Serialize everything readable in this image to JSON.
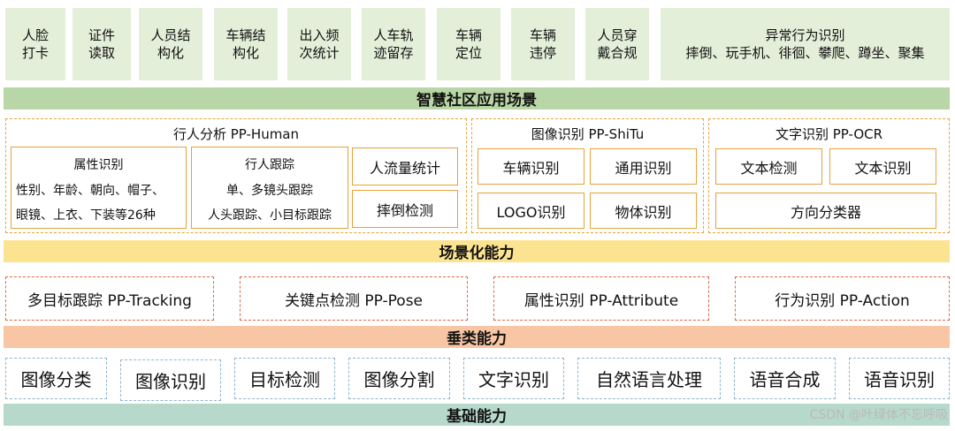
{
  "scenarios": [
    "人脸\n打卡",
    "证件\n读取",
    "人员结\n构化",
    "车辆结\n构化",
    "出入频\n次统计",
    "人车轨\n迹留存",
    "车辆\n定位",
    "车辆\n违停",
    "人员穿\n戴合规"
  ],
  "abnormal": {
    "title": "异常行为识别",
    "items": "摔倒、玩手机、徘徊、攀爬、蹲坐、聚集"
  },
  "band_scenarios": "智慧社区应用场景",
  "pp_human": {
    "title": "行人分析 PP-Human",
    "attr_title": "属性识别",
    "attr_line1": "性别、年龄、朝向、帽子、",
    "attr_line2": "眼镜、上衣、下装等26种",
    "track_title": "行人跟踪",
    "track_line1": "单、多镜头跟踪",
    "track_line2": "人头跟踪、小目标跟踪",
    "flow": "人流量统计",
    "fall": "摔倒检测"
  },
  "pp_shitu": {
    "title": "图像识别 PP-ShiTu",
    "vehicle": "车辆识别",
    "general": "通用识别",
    "logo": "LOGO识别",
    "object": "物体识别"
  },
  "pp_ocr": {
    "title": "文字识别 PP-OCR",
    "detect": "文本检测",
    "recog": "文本识别",
    "direction": "方向分类器"
  },
  "band_scene_capability": "场景化能力",
  "vertical": [
    "多目标跟踪 PP-Tracking",
    "关键点检测 PP-Pose",
    "属性识别 PP-Attribute",
    "行为识别 PP-Action"
  ],
  "band_vertical": "垂类能力",
  "base": [
    "图像分类",
    "图像识别",
    "目标检测",
    "图像分割",
    "文字识别",
    "自然语言处理",
    "语音合成",
    "语音识别"
  ],
  "band_base": "基础能力",
  "watermark": "CSDN @叶绿体不忘呼吸",
  "colors": {
    "tile_bg": "#e3efd9",
    "green_band": "#b9d7a6",
    "yellow_band": "#fce38f",
    "salmon_band": "#f8c6a4",
    "teal_band": "#b7d9cc",
    "orange_border": "#e6a23c",
    "red_border": "#e0664a",
    "blue_border": "#8fb6cf"
  }
}
